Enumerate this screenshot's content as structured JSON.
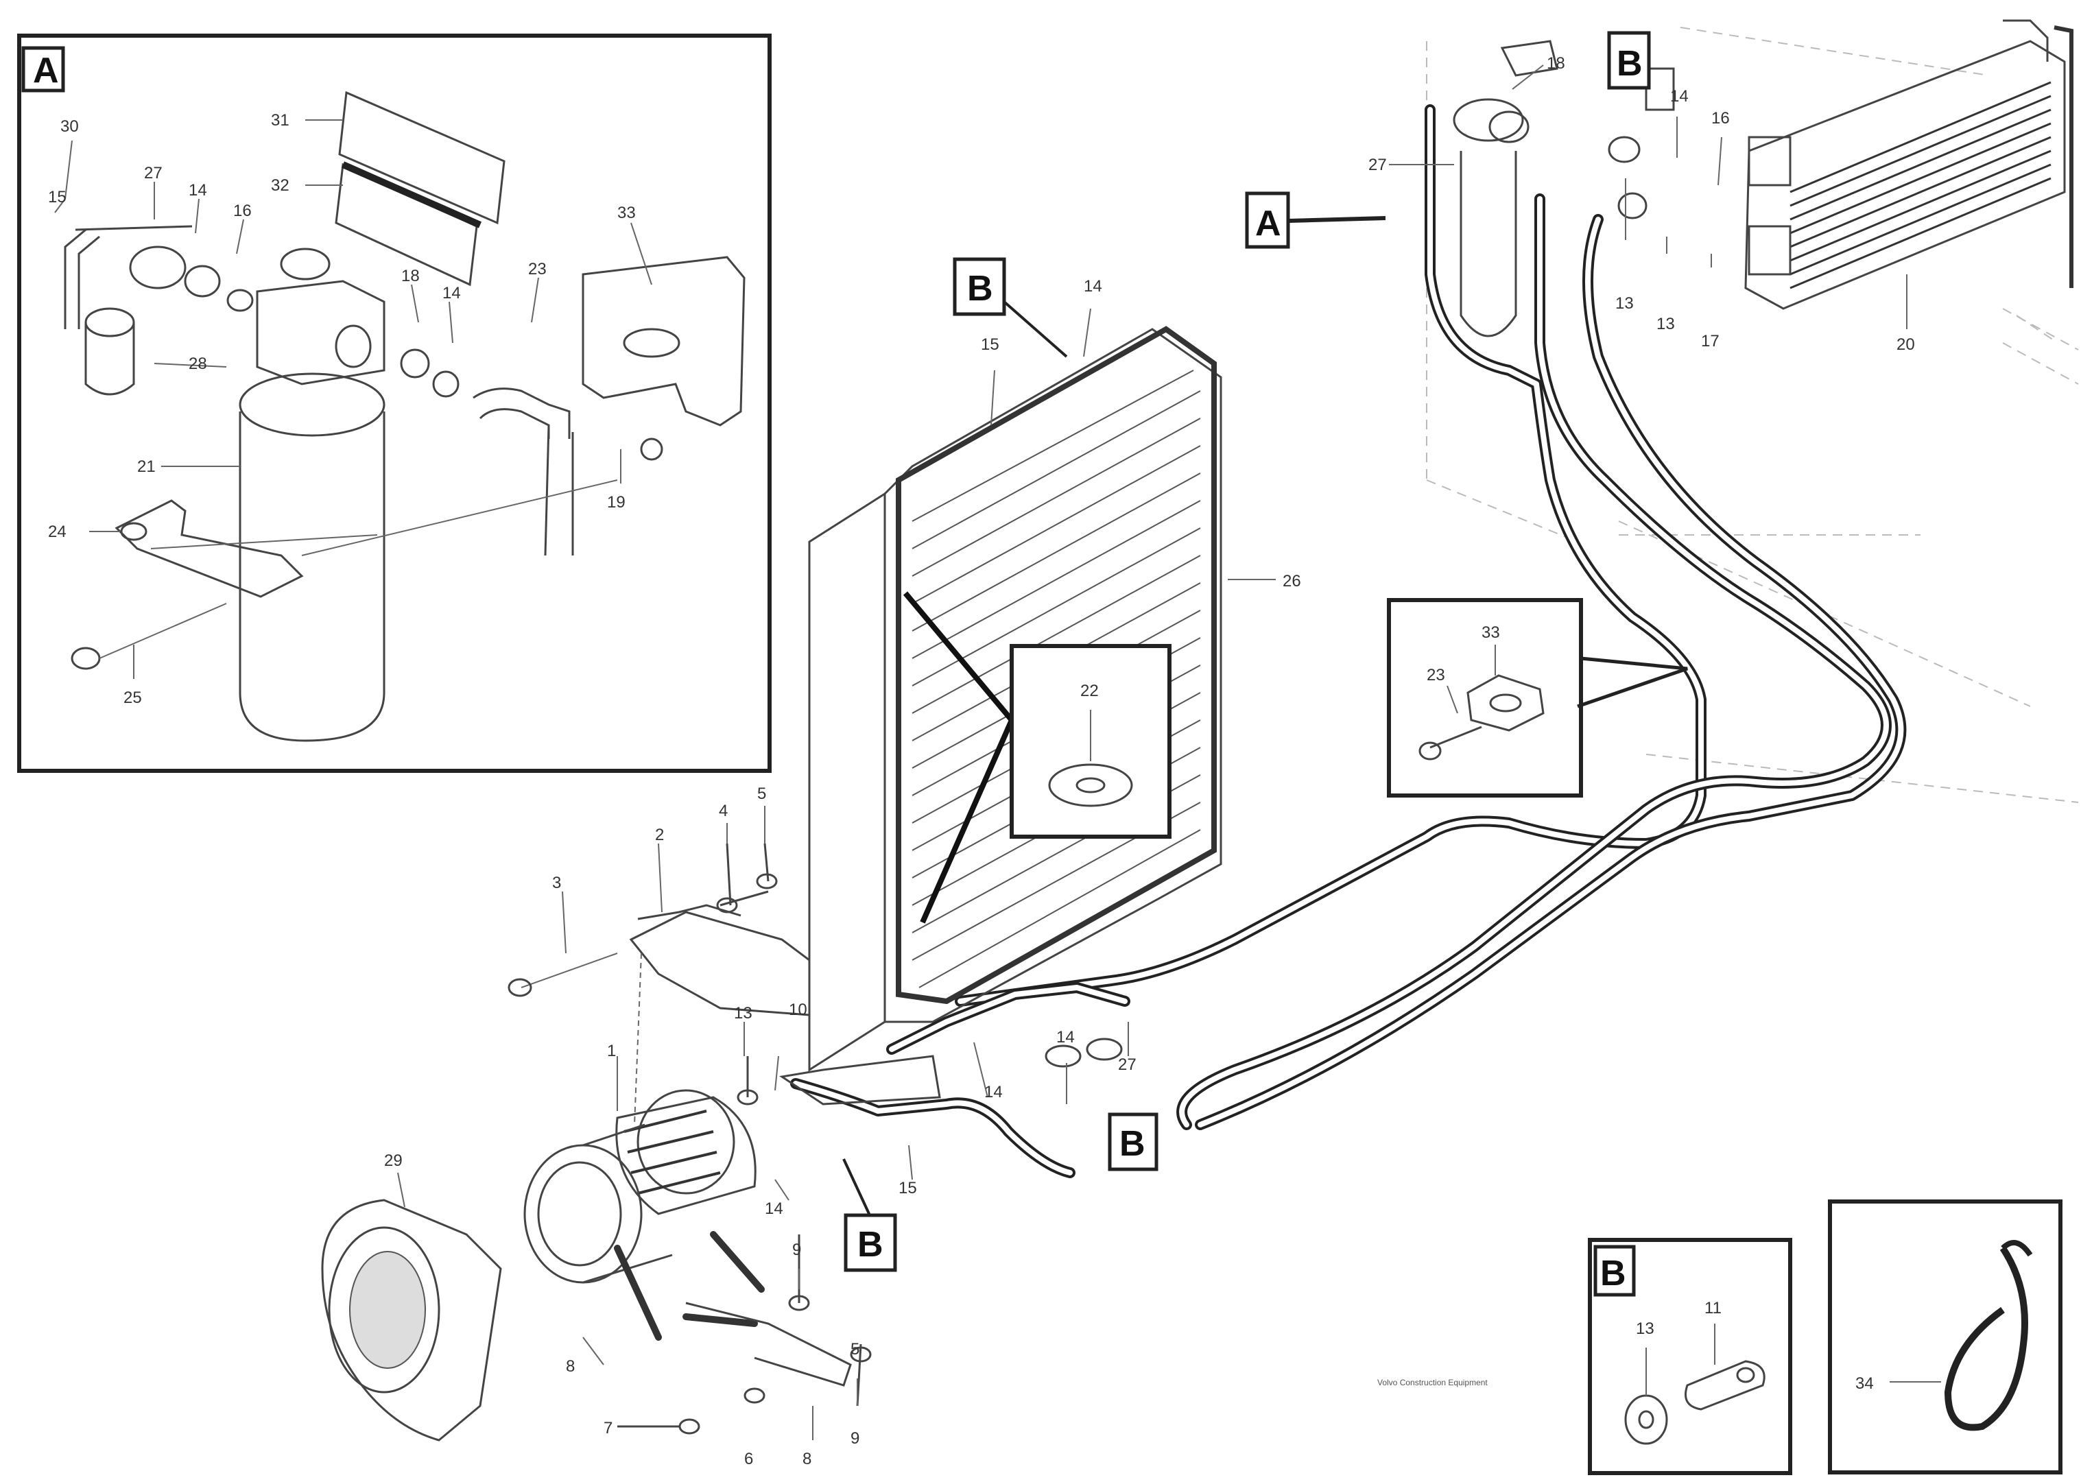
{
  "ref_letters": {
    "a_inset": "A",
    "a_main": "A",
    "b_top": "B",
    "b_cond": "B",
    "b_bottom": "B",
    "b_comp": "B",
    "b_inset": "B"
  },
  "inset_a": {
    "labels": {
      "l30": "30",
      "l15": "15",
      "l27": "27",
      "l14": "14",
      "l16": "16",
      "l31": "31",
      "l32": "32",
      "l33": "33",
      "l18": "18",
      "l14b": "14",
      "l23": "23",
      "l28": "28",
      "l21": "21",
      "l24": "24",
      "l19": "19",
      "l25": "25"
    }
  },
  "main": {
    "labels": {
      "l18": "18",
      "l27": "27",
      "l14a": "14",
      "l16": "16",
      "l13": "13",
      "l13b": "13",
      "l17": "17",
      "l20": "20",
      "l15": "15",
      "l14b": "14",
      "l26": "26",
      "l22": "22",
      "l23": "23",
      "l33": "33",
      "l4a": "4",
      "l5a": "5",
      "l2": "2",
      "l3": "3",
      "l29": "29",
      "l13c": "13",
      "l10": "10",
      "l14c": "14",
      "l27b": "27",
      "l14d": "14",
      "l15b": "15",
      "l14e": "14",
      "l1": "1",
      "l9a": "9",
      "l8a": "8",
      "l6": "6",
      "l7": "7",
      "l8b": "8",
      "l9b": "9",
      "l5b": "5"
    }
  },
  "inset_b": {
    "labels": {
      "l13": "13",
      "l11": "11"
    }
  },
  "inset_c": {
    "labels": {
      "l34": "34"
    }
  },
  "footer": {
    "line1": "Volvo Construction Equipment",
    "line2": "",
    "line3": ""
  }
}
